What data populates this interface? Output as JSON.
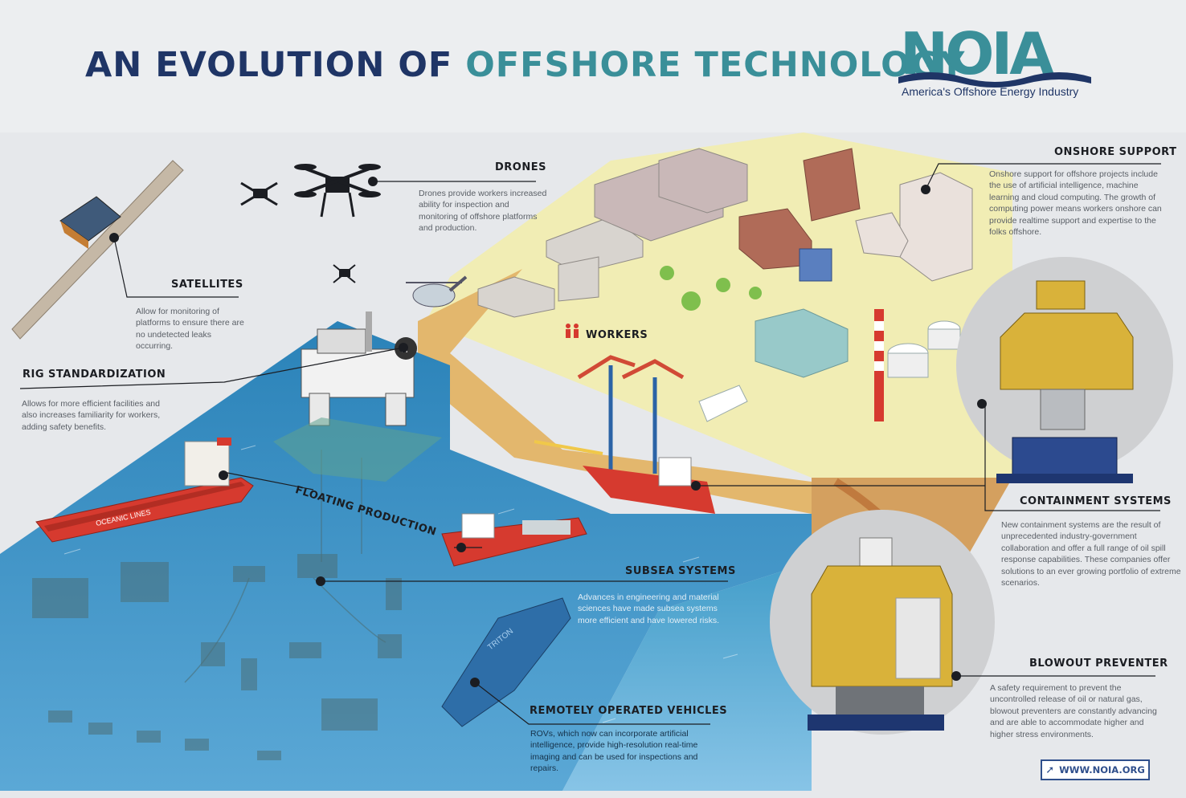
{
  "header": {
    "title_part1": "AN EVOLUTION OF",
    "title_part2": "OFFSHORE TECHNOLOGY",
    "logo_text": "NOIA",
    "logo_tagline": "America's Offshore Energy Industry"
  },
  "callouts": {
    "drones": {
      "title": "DRONES",
      "text": "Drones provide workers increased ability for inspection and monitoring of offshore platforms and production."
    },
    "satellites": {
      "title": "SATELLITES",
      "text": "Allow for monitoring of platforms to ensure there are no undetected leaks occurring."
    },
    "rig": {
      "title": "RIG STANDARDIZATION",
      "text": "Allows for more efficient facilities and also increases familiarity for workers, adding safety benefits."
    },
    "onshore": {
      "title": "ONSHORE SUPPORT",
      "text": "Onshore support for offshore projects include the use of artificial intelligence, machine learning and cloud computing. The growth of computing power means workers onshore can provide realtime support and expertise to the folks offshore."
    },
    "workers": {
      "title": "WORKERS"
    },
    "floating": {
      "title": "FLOATING PRODUCTION"
    },
    "containment": {
      "title": "CONTAINMENT SYSTEMS",
      "text": "New containment systems are the result of unprecedented industry-government collaboration and offer a full range of oil spill response capabilities. These companies offer solutions to an ever growing portfolio of extreme scenarios."
    },
    "subsea": {
      "title": "SUBSEA SYSTEMS",
      "text": "Advances in engineering and material sciences have made subsea systems more efficient and have lowered risks."
    },
    "bop": {
      "title": "BLOWOUT PREVENTER",
      "text": "A safety requirement to prevent the uncontrolled release of oil or natural gas, blowout preventers are constantly advancing and are able to accommodate higher and higher stress environments."
    },
    "rov": {
      "title": "REMOTELY OPERATED VEHICLES",
      "text": "ROVs, which now can incorporate artificial intelligence, provide  high-resolution real-time imaging and can be used for inspections and repairs."
    }
  },
  "ship_labels": {
    "tanker_name": "OCEANIC LINES",
    "rov_name": "TRITON"
  },
  "footer": {
    "url": "WWW.NOIA.ORG"
  },
  "icons": [
    "satellite-icon",
    "drone-icon",
    "helicopter-icon",
    "platform-icon",
    "tanker-icon",
    "crane-icon",
    "rov-icon",
    "capping-stack-icon",
    "blowout-preventer-icon",
    "arrow-icon"
  ],
  "colors": {
    "navy": "#1f3566",
    "teal": "#3a8f99",
    "sea": "#2a82b8",
    "land": "#f1edb4",
    "ship_red": "#d63a2f"
  }
}
